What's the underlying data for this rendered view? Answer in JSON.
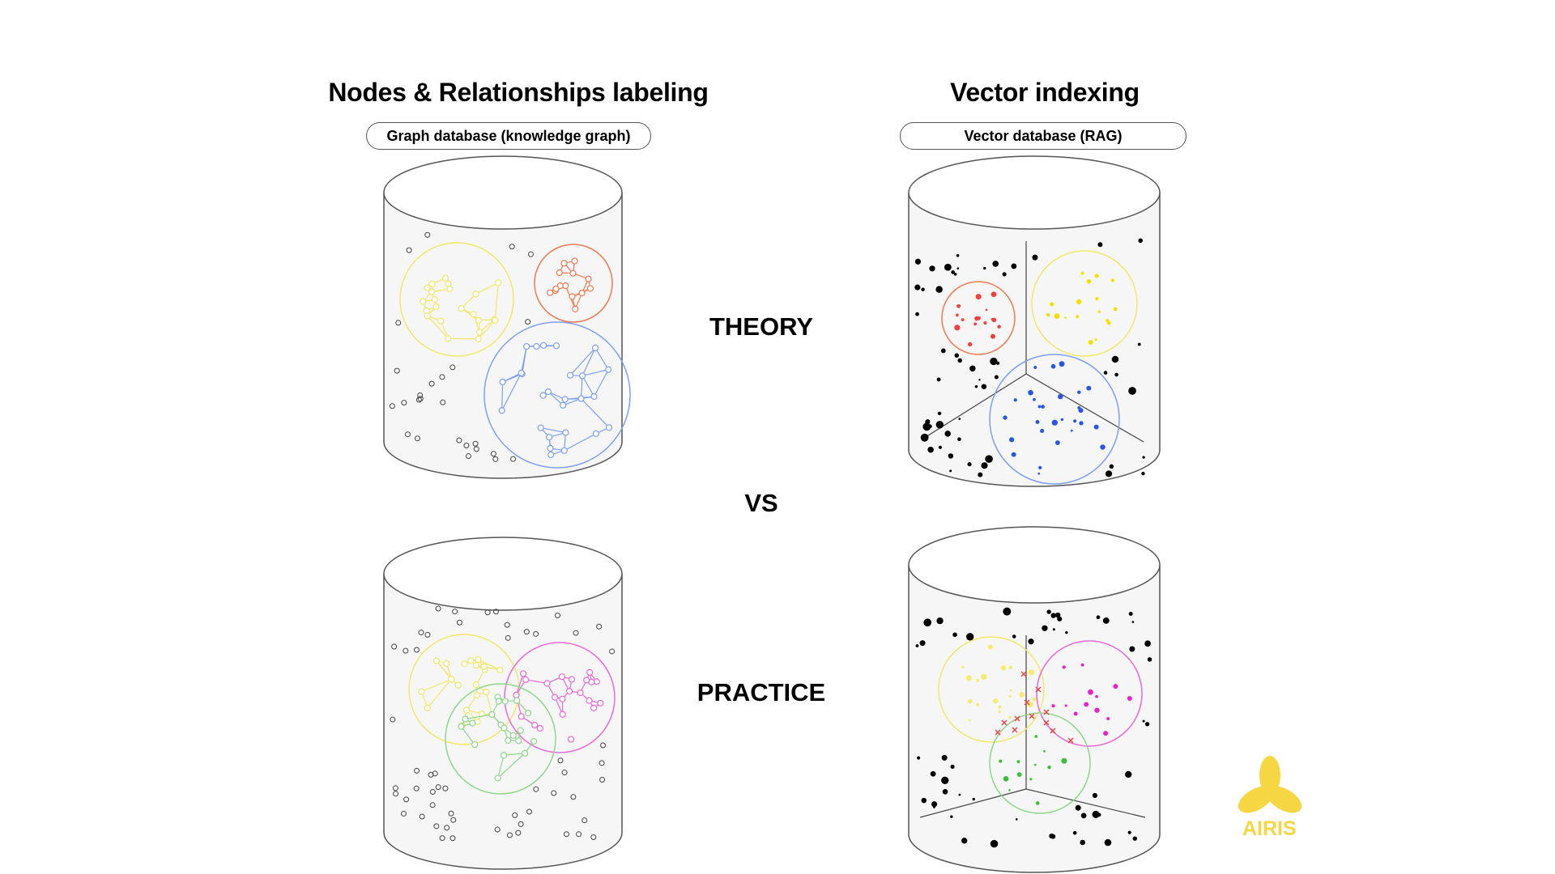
{
  "headers": {
    "left_title": "Nodes & Relationships labeling",
    "left_subtitle": "Graph database (knowledge graph)",
    "right_title": "Vector indexing",
    "right_subtitle": "Vector database (RAG)"
  },
  "labels": {
    "theory": "THEORY",
    "vs": "VS",
    "practice": "PRACTICE"
  },
  "logo": {
    "text": "AIRIS",
    "color": "#f6d743"
  },
  "colors": {
    "graph_yellow": "#f0e86a",
    "graph_orange": "#f07a55",
    "graph_blue": "#7f9ff0",
    "graph_pink": "#ea6ad8",
    "graph_green": "#8fd68c",
    "vector_red": "#f04040",
    "vector_yellow": "#f2e100",
    "vector_blue": "#2a56e0",
    "vector_pink": "#e81ec8",
    "vector_green": "#3cbf3c",
    "outline": "#555555"
  }
}
